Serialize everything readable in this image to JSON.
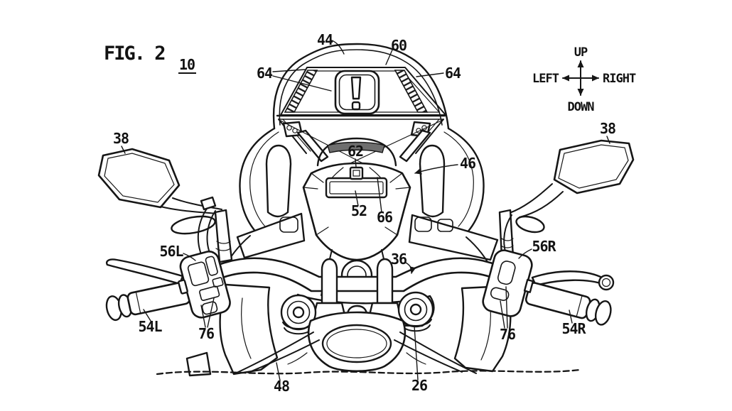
{
  "figure": {
    "label": "FIG. 2",
    "figure_number": "10"
  },
  "compass": {
    "up": "UP",
    "down": "DOWN",
    "left": "LEFT",
    "right": "RIGHT"
  },
  "display": {
    "warning_symbol": "!"
  },
  "reference_labels": {
    "windscreen": "44",
    "display_area": "60",
    "hatch_left": "64",
    "hatch_right": "64",
    "mirror_left": "38",
    "mirror_right": "38",
    "sensor": "62",
    "front_cowl": "46",
    "meter_display": "52",
    "meter_panel": "66",
    "handlebar": "36",
    "switch_left": "56L",
    "switch_right": "56R",
    "grip_left": "54L",
    "grip_right": "54R",
    "buttons_left": "76",
    "buttons_right": "76",
    "body_cover": "48",
    "front_fork": "26"
  },
  "colors": {
    "ink": "#161616",
    "background": "#ffffff",
    "shade": "#6e6e6e"
  }
}
